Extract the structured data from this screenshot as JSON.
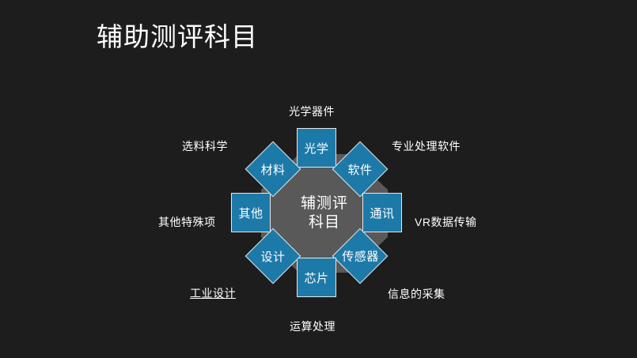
{
  "slide": {
    "title": "辅助测评科目",
    "background_color": "#1d1d1d",
    "accent_color": "#1d7aa8",
    "center_color": "#595959",
    "text_color": "#ffffff"
  },
  "diagram": {
    "type": "radial-octagon",
    "center_label": "辅测评\n科目",
    "nodes": [
      {
        "id": "optics",
        "label": "光学",
        "position": "top",
        "shape": "square",
        "caption": "光学器件",
        "caption_underline": false
      },
      {
        "id": "software",
        "label": "软件",
        "position": "top-right",
        "shape": "diamond",
        "caption": "专业处理软件",
        "caption_underline": false
      },
      {
        "id": "communication",
        "label": "通讯",
        "position": "right",
        "shape": "square",
        "caption": "VR数据传输",
        "caption_underline": false
      },
      {
        "id": "sensor",
        "label": "传感器",
        "position": "bottom-right",
        "shape": "diamond",
        "caption": "信息的采集",
        "caption_underline": false
      },
      {
        "id": "chip",
        "label": "芯片",
        "position": "bottom",
        "shape": "square",
        "caption": "运算处理",
        "caption_underline": false
      },
      {
        "id": "design",
        "label": "设计",
        "position": "bottom-left",
        "shape": "diamond",
        "caption": "工业设计",
        "caption_underline": true
      },
      {
        "id": "other",
        "label": "其他",
        "position": "left",
        "shape": "square",
        "caption": "其他特殊项",
        "caption_underline": false
      },
      {
        "id": "material",
        "label": "材料",
        "position": "top-left",
        "shape": "diamond",
        "caption": "选料科学",
        "caption_underline": false
      }
    ]
  }
}
